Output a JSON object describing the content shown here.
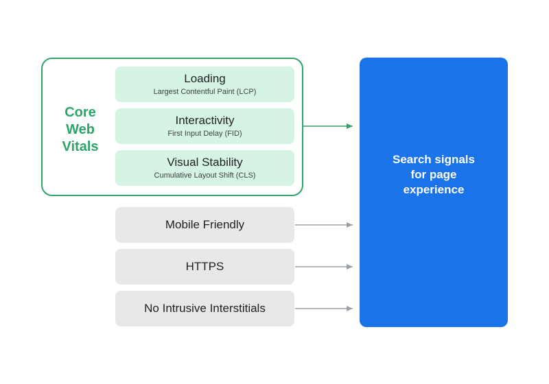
{
  "core_web_vitals": {
    "label_lines": [
      "Core",
      "Web",
      "Vitals"
    ],
    "color": "#2ea36a",
    "metrics": [
      {
        "title": "Loading",
        "subtitle": "Largest Contentful Paint (LCP)"
      },
      {
        "title": "Interactivity",
        "subtitle": "First Input Delay (FID)"
      },
      {
        "title": "Visual Stability",
        "subtitle": "Cumulative Layout Shift (CLS)"
      }
    ],
    "metric_fill": "#d6f4e4"
  },
  "other_signals": [
    {
      "label": "Mobile Friendly"
    },
    {
      "label": "HTTPS"
    },
    {
      "label": "No Intrusive Interstitials"
    }
  ],
  "target": {
    "label_lines": [
      "Search signals",
      "for page",
      "experience"
    ],
    "color": "#1a73e8"
  },
  "arrow_colors": {
    "core_web_vitals": "#2ea36a",
    "other": "#9aa0a6"
  }
}
